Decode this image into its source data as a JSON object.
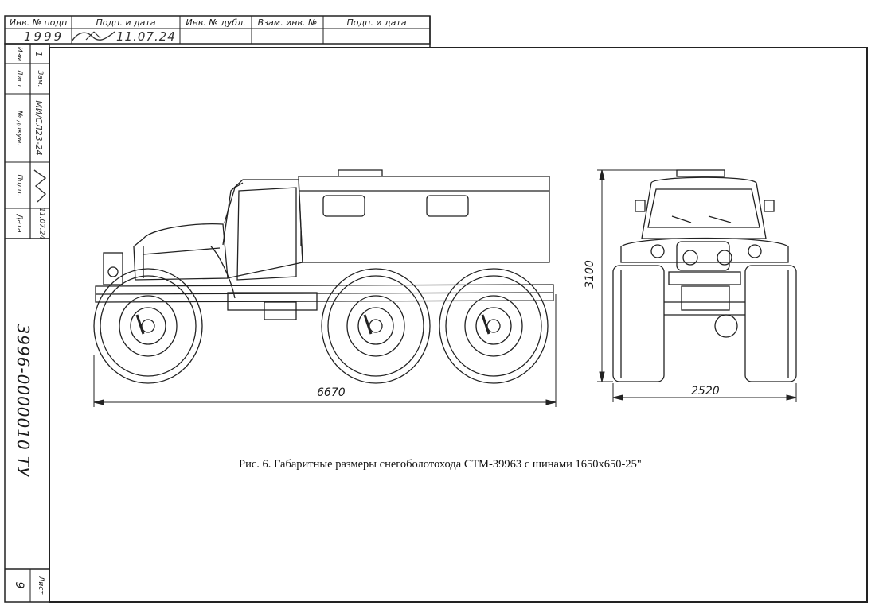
{
  "title_block": {
    "headers": [
      "Инв. № подп",
      "Подп. и дата",
      "Инв. № дубл.",
      "Взам. инв. №",
      "Подп. и дата"
    ],
    "inv_number": "1999",
    "signature_date": "11.07.24"
  },
  "revision_block": {
    "labels": [
      "Изм",
      "Лист",
      "№ докум.",
      "Подп.",
      "Дата"
    ],
    "values": [
      "1",
      "Зам.",
      "МИ/СЛ23-24",
      "",
      "11.07.24"
    ]
  },
  "document": {
    "code": "3996-0000010 ТУ",
    "sheet_label": "Лист",
    "sheet_number": "9"
  },
  "dimensions": {
    "length": "6670",
    "height": "3100",
    "width": "2520"
  },
  "caption": "Рис. 6. Габаритные размеры снегоболотохода СТМ-39963 с шинами 1650х650-25\""
}
